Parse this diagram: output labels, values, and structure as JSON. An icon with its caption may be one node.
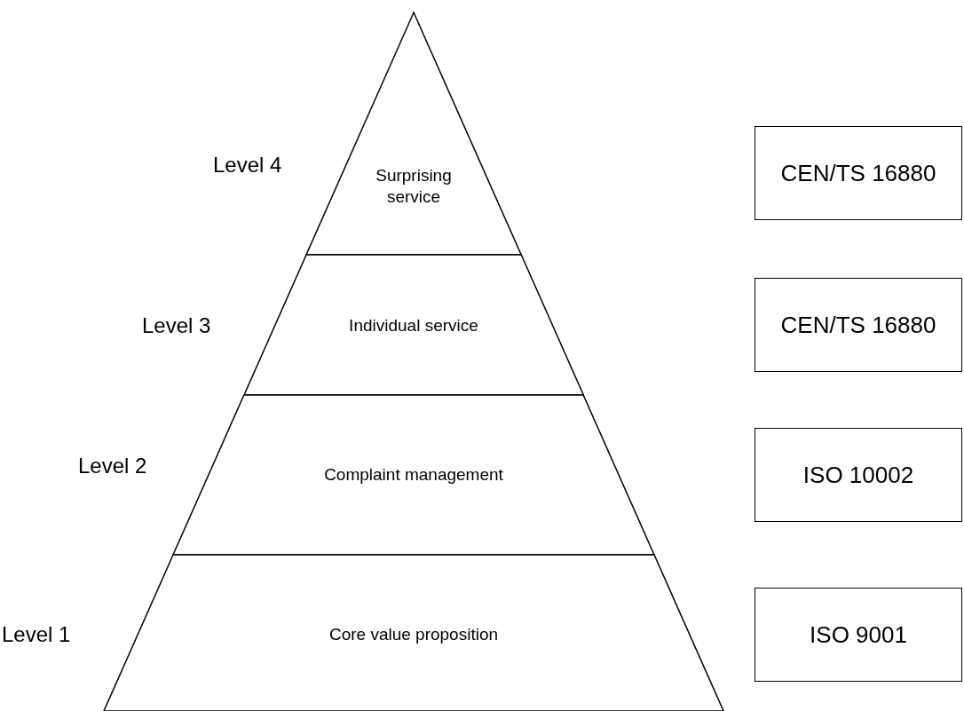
{
  "diagram": {
    "nodes": [
      {
        "text": [
          "Surprising service"
        ]
      },
      {
        "text": [
          "Individual service"
        ]
      },
      {
        "text": [
          "Complaint management"
        ]
      },
      {
        "text": [
          "Core value proposition"
        ]
      },
      {
        "text": [
          "CEN/TS 16880"
        ]
      },
      {
        "text": [
          "CEN/TS 16880"
        ]
      },
      {
        "text": [
          "ISO 10002"
        ]
      },
      {
        "text": [
          "ISO 9001"
        ]
      }
    ],
    "labels": [
      "Level 4",
      "Level 3",
      "Level 2",
      "Level 1"
    ]
  }
}
